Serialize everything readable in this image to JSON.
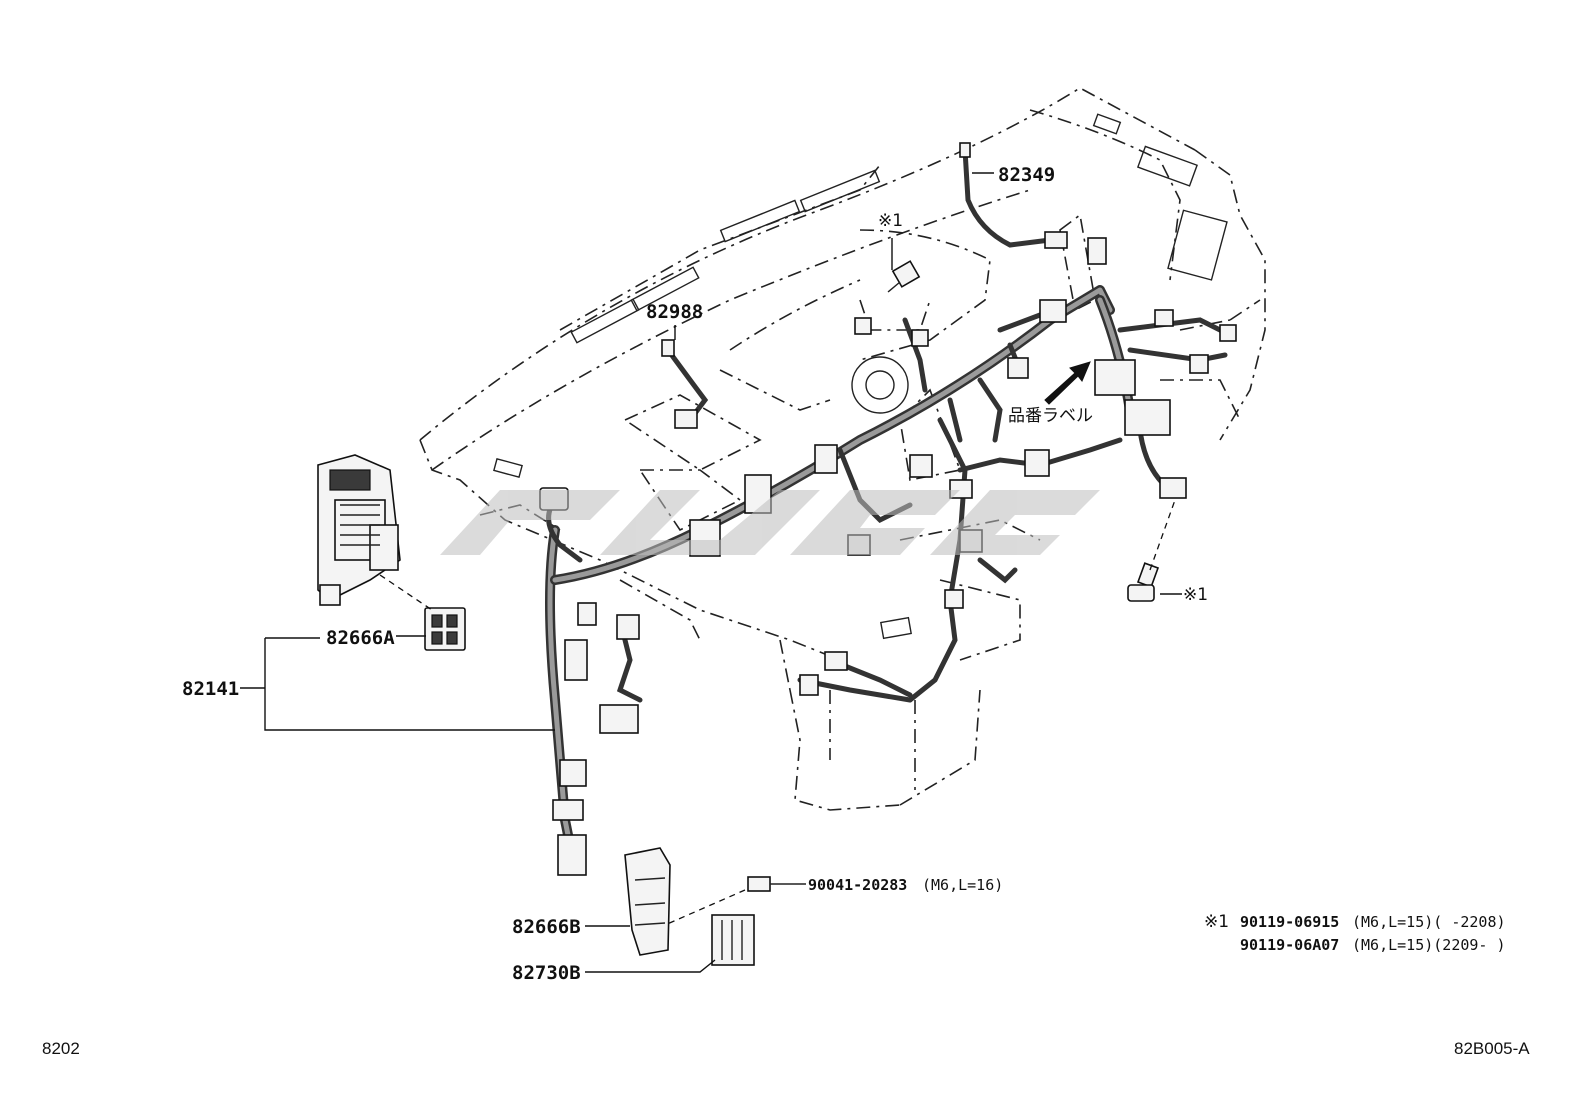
{
  "labels": {
    "p82349": "82349",
    "p82988": "82988",
    "p82141": "82141",
    "p82666A": "82666A",
    "p82666B": "82666B",
    "p82730B": "82730B",
    "bolt_main": "90041-20283",
    "bolt_main_spec": "(M6,L=16)",
    "mark1_top": "※1",
    "mark1_right": "※1",
    "part_label_jp": "品番ラベル"
  },
  "footnote": {
    "marker": "※1",
    "line1_part": "90119-06915",
    "line1_spec": "(M6,L=15)(     -2208)",
    "line2_part": "90119-06A07",
    "line2_spec": "(M6,L=15)(2209-     )"
  },
  "page_codes": {
    "bottom_left": "8202",
    "bottom_right": "82B005-A"
  },
  "colors": {
    "line": "#222222",
    "harness": "#333333",
    "watermark": "#c8c8c8"
  }
}
